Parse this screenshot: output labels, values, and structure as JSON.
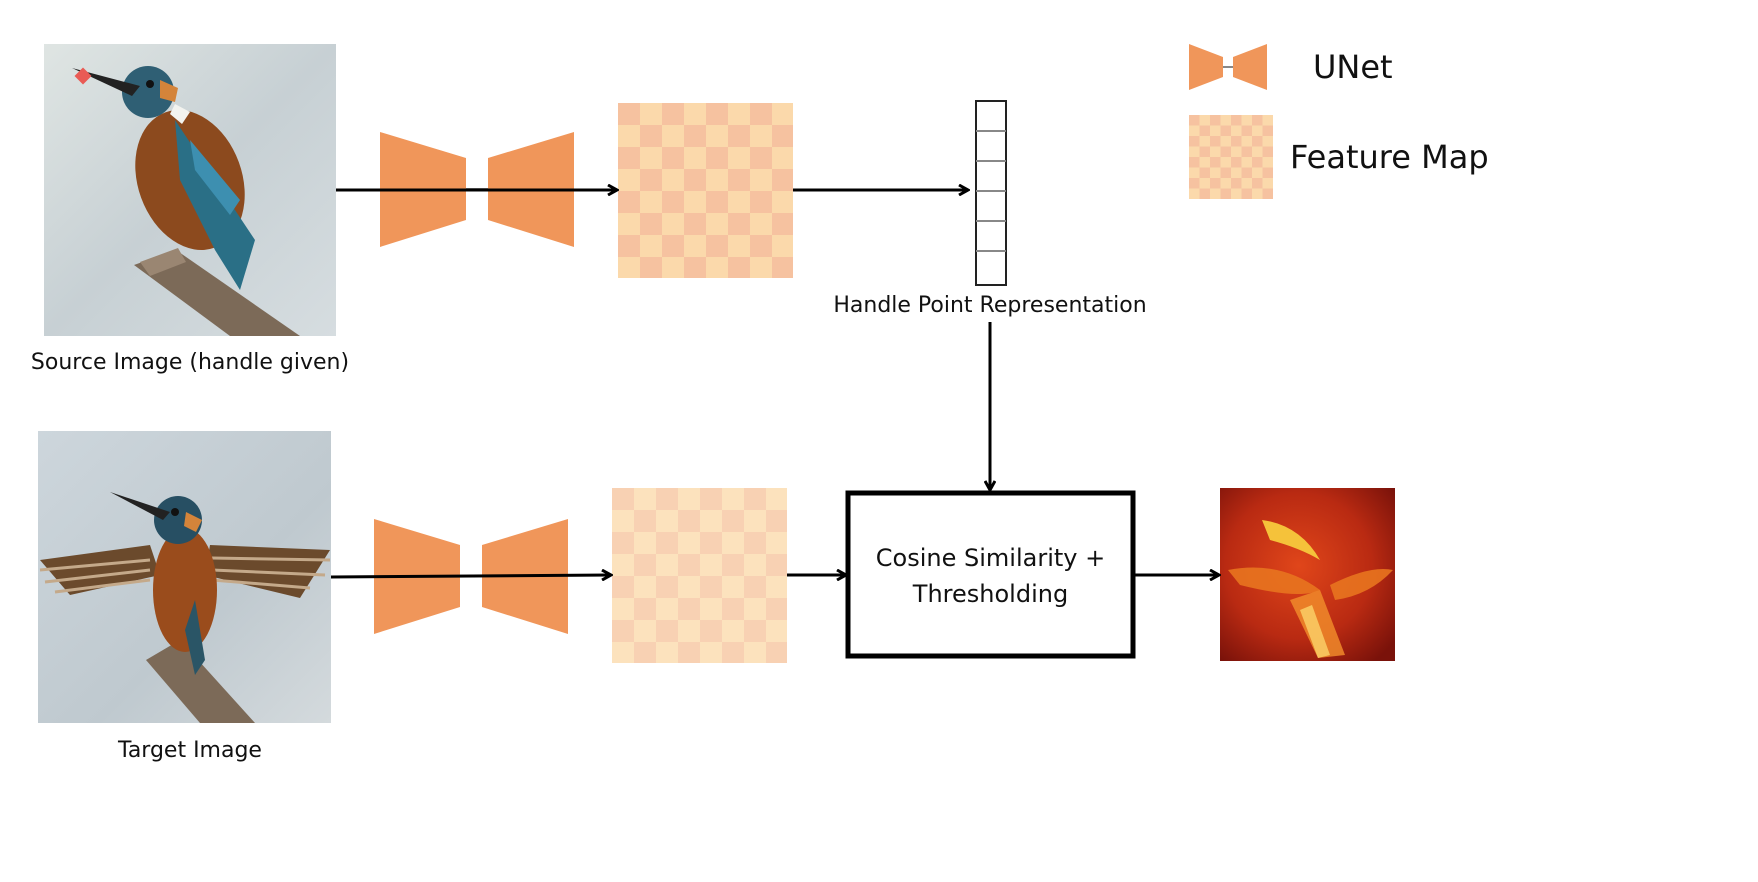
{
  "labels": {
    "source_image": "Source Image (handle given)",
    "target_image": "Target Image",
    "handle_point_representation": "Handle Point Representation",
    "cosine_line1": "Cosine Similarity +",
    "cosine_line2": "Thresholding"
  },
  "legend": {
    "unet": "UNet",
    "feature_map": "Feature Map"
  },
  "colors": {
    "unet_orange": "#f0965a",
    "checker_light": "#fbd9ab",
    "checker_dark": "#f6c2a0",
    "checker_light_alt": "#fce2bd",
    "checker_dark_alt": "#f8d1b3",
    "handle_marker": "#e95b55",
    "arrow": "#000000"
  },
  "icons": {
    "source_bird": "kingfisher-perched-photo",
    "target_bird": "kingfisher-wings-spread-photo",
    "output": "similarity-heatmap"
  }
}
